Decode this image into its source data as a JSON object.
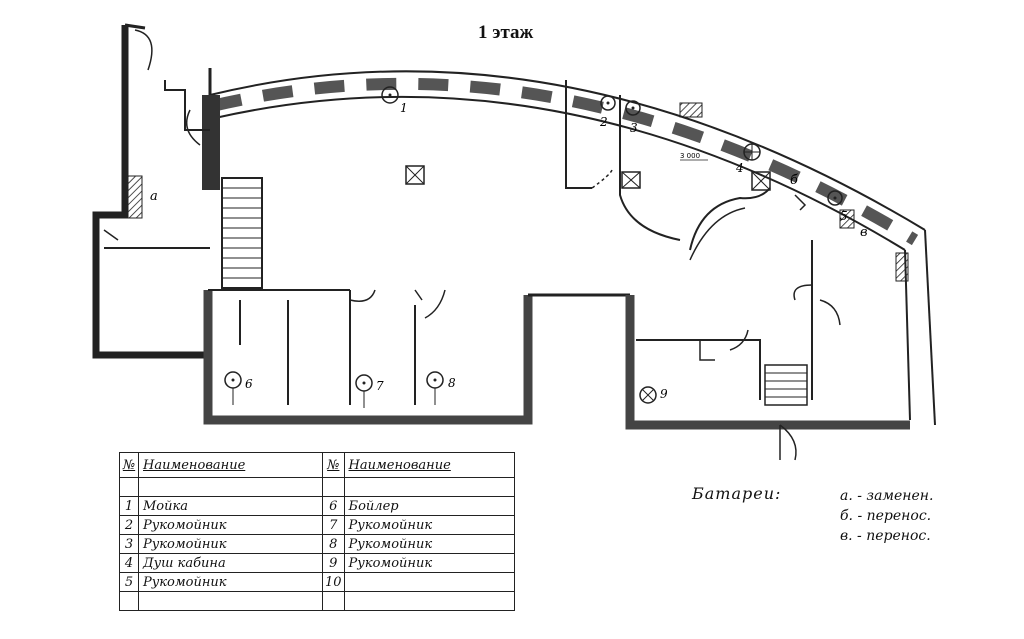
{
  "floor_title": "1 этаж",
  "fixture_markers": [
    {
      "num": "1"
    },
    {
      "num": "2"
    },
    {
      "num": "3"
    },
    {
      "num": "4"
    },
    {
      "num": "5"
    },
    {
      "num": "6"
    },
    {
      "num": "7"
    },
    {
      "num": "8"
    },
    {
      "num": "9"
    }
  ],
  "radiator_labels": {
    "a": "а",
    "b": "б",
    "v": "в"
  },
  "small_note": "3 000",
  "table": {
    "headers": [
      "№",
      "Наименование",
      "№",
      "Наименование"
    ],
    "rows": [
      {
        "n1": "1",
        "name1": "Мойка",
        "n2": "6",
        "name2": "Бойлер"
      },
      {
        "n1": "2",
        "name1": "Рукомойник",
        "n2": "7",
        "name2": "Рукомойник"
      },
      {
        "n1": "3",
        "name1": "Рукомойник",
        "n2": "8",
        "name2": "Рукомойник"
      },
      {
        "n1": "4",
        "name1": "Душ кабина",
        "n2": "9",
        "name2": "Рукомойник"
      },
      {
        "n1": "5",
        "name1": "Рукомойник",
        "n2": "10",
        "name2": ""
      }
    ]
  },
  "legend": {
    "title": "Батареи:",
    "items": [
      "а. - заменен.",
      "б. - перенос.",
      "в. - перенос."
    ]
  }
}
